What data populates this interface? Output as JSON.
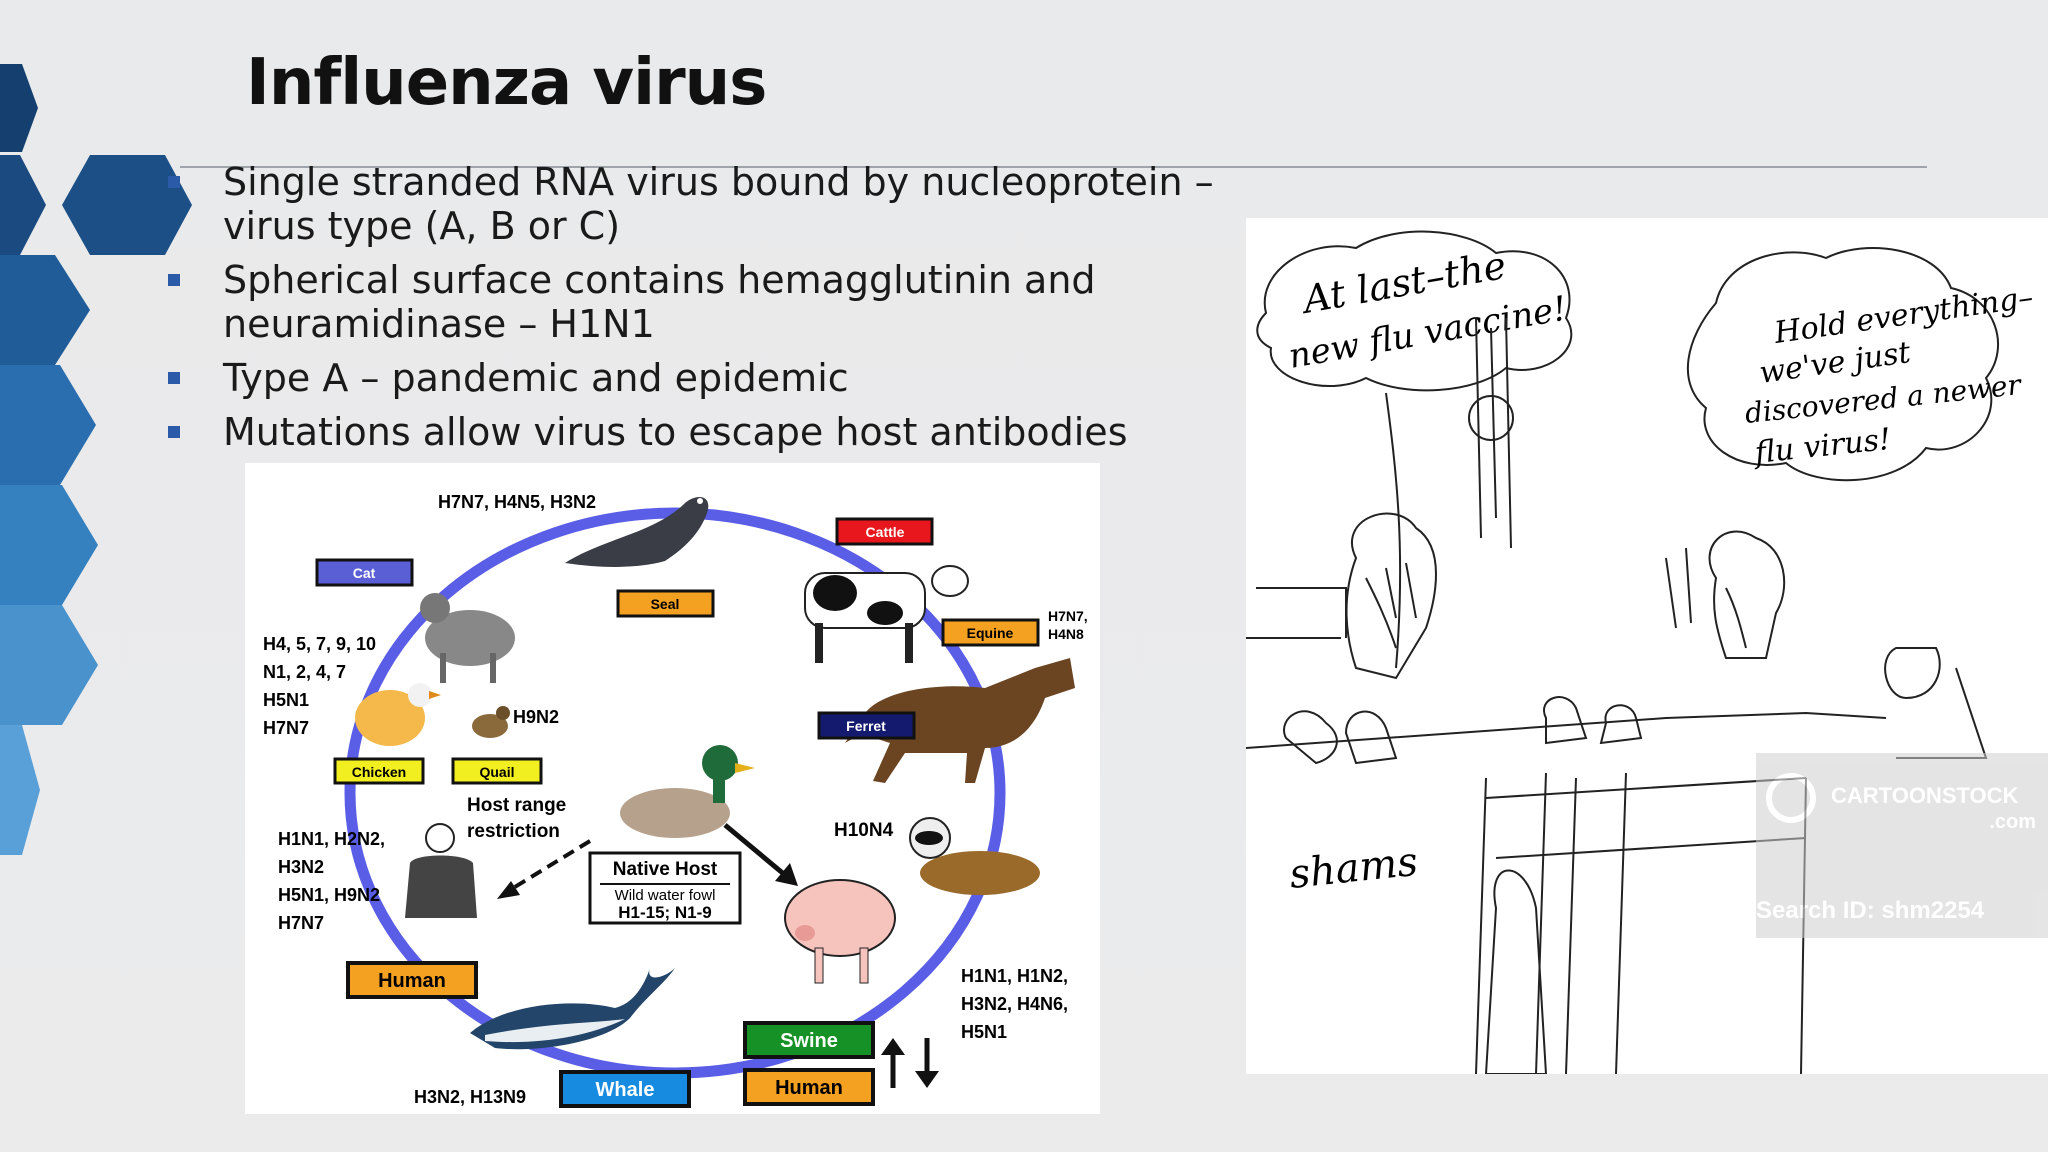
{
  "slide": {
    "title": "Influenza virus",
    "bullets": [
      "Single stranded RNA virus bound by nucleoprotein – virus type (A, B or C)",
      "Spherical surface contains hemagglutinin and neuramidinase – H1N1",
      "Type A – pandemic and epidemic",
      "Mutations allow virus to escape host antibodies"
    ]
  },
  "colors": {
    "accent_dark": "#123a6b",
    "accent_light": "#5aa0d8",
    "bullet": "#2b5aa8",
    "cycle_ring": "#5a5ee6"
  },
  "diagram": {
    "host_labels": {
      "cat": "Cat",
      "seal": "Seal",
      "cattle": "Cattle",
      "equine": "Equine",
      "chicken": "Chicken",
      "quail": "Quail",
      "ferret": "Ferret",
      "human_left": "Human",
      "swine": "Swine",
      "human_bottom": "Human",
      "whale": "Whale"
    },
    "subtypes": {
      "seal": "H7N7, H4N5, H3N2",
      "equine_line1": "H7N7,",
      "equine_line2": "H4N8",
      "cat_line1": "H4, 5, 7, 9, 10",
      "cat_line2": "N1, 2, 4, 7",
      "cat_line3": "H5N1",
      "cat_line4": "H7N7",
      "quail": "H9N2",
      "ferret": "H10N4",
      "human_line1": "H1N1, H2N2,",
      "human_line2": "H3N2",
      "human_line3": "H5N1, H9N2",
      "human_line4": "H7N7",
      "swine_line1": "H1N1, H1N2,",
      "swine_line2": "H3N2, H4N6,",
      "swine_line3": "H5N1",
      "whale": "H3N2, H13N9"
    },
    "host_range_line1": "Host range",
    "host_range_line2": "restriction",
    "native_host": {
      "title": "Native Host",
      "line1": "Wild water fowl",
      "line2": "H1-15; N1-9"
    },
    "icons": [
      "seal-icon",
      "cat-icon",
      "cow-icon",
      "horse-icon",
      "chicken-icon",
      "quail-icon",
      "duck-icon",
      "human-icon",
      "ferret-icon",
      "pig-icon",
      "whale-icon",
      "up-down-arrows-icon"
    ]
  },
  "cartoon": {
    "bubble_left_line1": "At last–the",
    "bubble_left_line2": "new flu vaccine!",
    "bubble_right_line1": "Hold everything–",
    "bubble_right_line2": "we've just",
    "bubble_right_line3": "discovered a newer",
    "bubble_right_line4": "flu virus!",
    "signature": "shams",
    "watermark_brand": "CARTOONSTOCK",
    "watermark_domain": ".com",
    "watermark_search": "Search ID: shm2254"
  }
}
